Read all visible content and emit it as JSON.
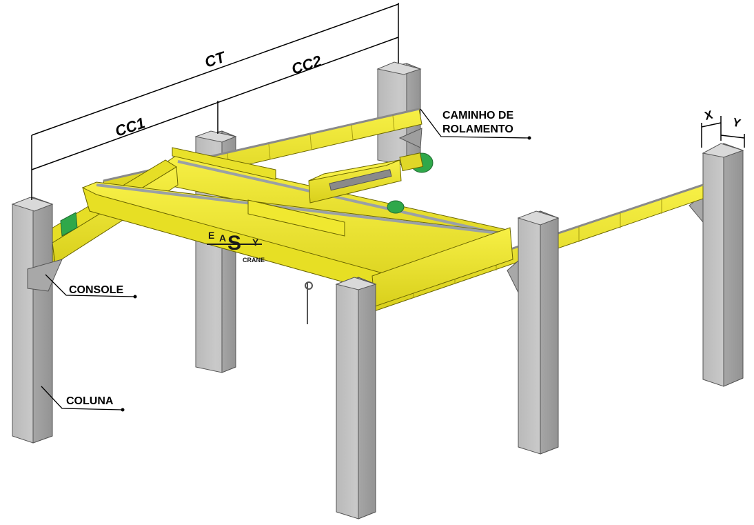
{
  "dimensions": {
    "ct": "CT",
    "cc1": "CC1",
    "cc2": "CC2",
    "x": "X",
    "y": "Y"
  },
  "labels": {
    "runway_line1": "CAMINHO DE",
    "runway_line2": "ROLAMENTO",
    "console": "CONSOLE",
    "column": "COLUNA"
  },
  "logo": {
    "e": "E",
    "a": "A",
    "s": "S",
    "y": "Y",
    "sub": "CRANE"
  },
  "colors": {
    "steel_yellow": "#f2ea2b",
    "steel_yellow_dark": "#c9c11a",
    "steel_yellow_shadow": "#a59d10",
    "concrete": "#c4c4c4",
    "concrete_dark": "#9e9e9e",
    "concrete_light": "#d8d8d8",
    "motor_green": "#2fa84a",
    "rail_grey": "#9aa0a6"
  }
}
